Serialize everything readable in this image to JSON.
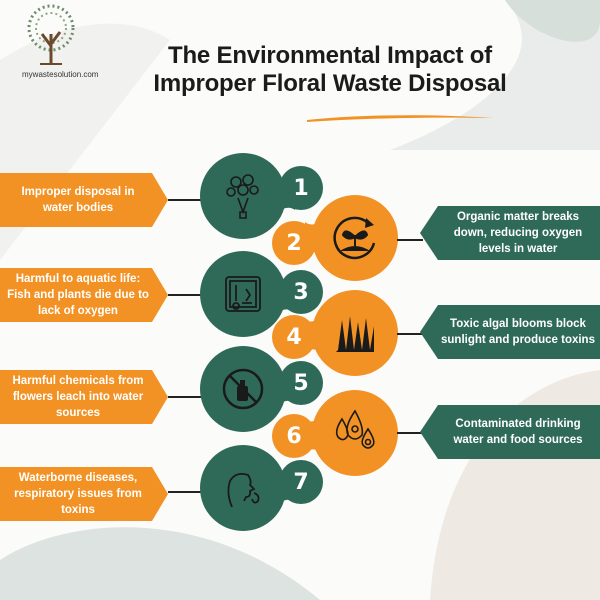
{
  "logo": {
    "site": "mywastesolution.com"
  },
  "title": {
    "line1": "The Environmental Impact of",
    "line2": "Improper Floral Waste Disposal"
  },
  "colors": {
    "green": "#2f6a58",
    "orange": "#f39224"
  },
  "steps": [
    {
      "number": "1",
      "text": "Improper disposal in water bodies",
      "icon": "flower-bouquet-icon"
    },
    {
      "number": "2",
      "text": "Organic matter breaks down, reducing oxygen levels in water",
      "icon": "plant-cycle-icon"
    },
    {
      "number": "3",
      "text": "Harmful to aquatic life: Fish and plants die due to lack of oxygen",
      "icon": "aquarium-icon"
    },
    {
      "number": "4",
      "text": "Toxic algal blooms block sunlight and produce toxins",
      "icon": "algae-icon"
    },
    {
      "number": "5",
      "text": "Harmful chemicals  from flowers leach into water sources",
      "icon": "no-spray-icon"
    },
    {
      "number": "6",
      "text": "Contaminated drinking water and food sources",
      "icon": "contaminated-drops-icon"
    },
    {
      "number": "7",
      "text": "Waterborne diseases, respiratory issues from toxins",
      "icon": "person-coughing-icon"
    }
  ]
}
